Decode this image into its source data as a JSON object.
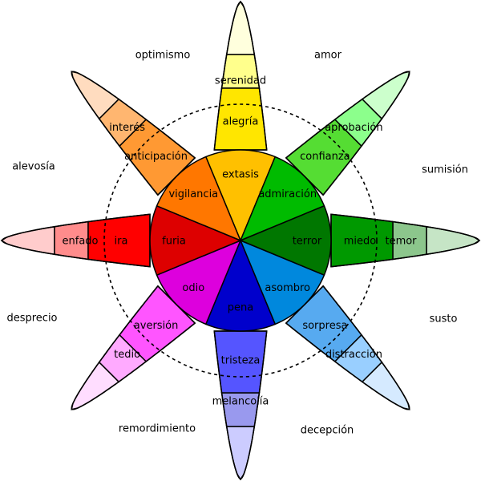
{
  "petals": [
    {
      "id": "joy",
      "colors": [
        "#ffffdd",
        "#ffff8c",
        "#ffe600",
        "#ffc000"
      ],
      "labels": [
        "",
        "serenidad",
        "alegría",
        "extasis"
      ]
    },
    {
      "id": "trust",
      "colors": [
        "#ccffcc",
        "#8cff8c",
        "#55dd33",
        "#00bb00"
      ],
      "labels": [
        "",
        "aprobación",
        "confianza",
        "admiración"
      ]
    },
    {
      "id": "fear",
      "colors": [
        "#c6e5c6",
        "#8cc68c",
        "#009900",
        "#007700"
      ],
      "labels": [
        "",
        "temor",
        "miedo",
        "terror"
      ]
    },
    {
      "id": "surprise",
      "colors": [
        "#d5eaff",
        "#99cfff",
        "#57aaf0",
        "#0088dd"
      ],
      "labels": [
        "",
        "distracción",
        "sorpresa",
        "asombro"
      ]
    },
    {
      "id": "sadness",
      "colors": [
        "#ccccff",
        "#9999ee",
        "#5555ff",
        "#0000cc"
      ],
      "labels": [
        "",
        "melancolía",
        "tristeza",
        "pena"
      ]
    },
    {
      "id": "disgust",
      "colors": [
        "#ffddff",
        "#ffaaff",
        "#ff55ff",
        "#dd00dd"
      ],
      "labels": [
        "",
        "tedio",
        "aversión",
        "odio"
      ]
    },
    {
      "id": "anger",
      "colors": [
        "#ffcccc",
        "#ff8c8c",
        "#ff0000",
        "#dd0000"
      ],
      "labels": [
        "",
        "enfado",
        "ira",
        "furia"
      ]
    },
    {
      "id": "anticipation",
      "colors": [
        "#ffdcbf",
        "#ffb670",
        "#ff9933",
        "#ff7700"
      ],
      "labels": [
        "",
        "interés",
        "anticipación",
        "vigilancia"
      ]
    }
  ],
  "combinations": [
    {
      "id": "amor",
      "label": "amor"
    },
    {
      "id": "sumision",
      "label": "sumisión"
    },
    {
      "id": "susto",
      "label": "susto"
    },
    {
      "id": "decepcion",
      "label": "decepción"
    },
    {
      "id": "remordimiento",
      "label": "remordimiento"
    },
    {
      "id": "desprecio",
      "label": "desprecio"
    },
    {
      "id": "alevosia",
      "label": "alevosía"
    },
    {
      "id": "optimismo",
      "label": "optimismo"
    }
  ]
}
